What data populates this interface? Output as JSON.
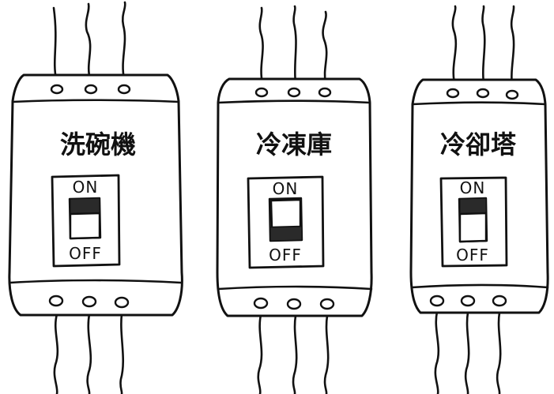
{
  "breakers": [
    {
      "name": "洗碗機",
      "on_label": "ON",
      "off_label": "OFF",
      "switch_state": "on"
    },
    {
      "name": "冷凍庫",
      "on_label": "ON",
      "off_label": "OFF",
      "switch_state": "off"
    },
    {
      "name": "冷卻塔",
      "on_label": "ON",
      "off_label": "OFF",
      "switch_state": "on"
    }
  ],
  "colors": {
    "ink": "#111111",
    "paper": "#ffffff",
    "hatch": "#2a2a2a"
  }
}
